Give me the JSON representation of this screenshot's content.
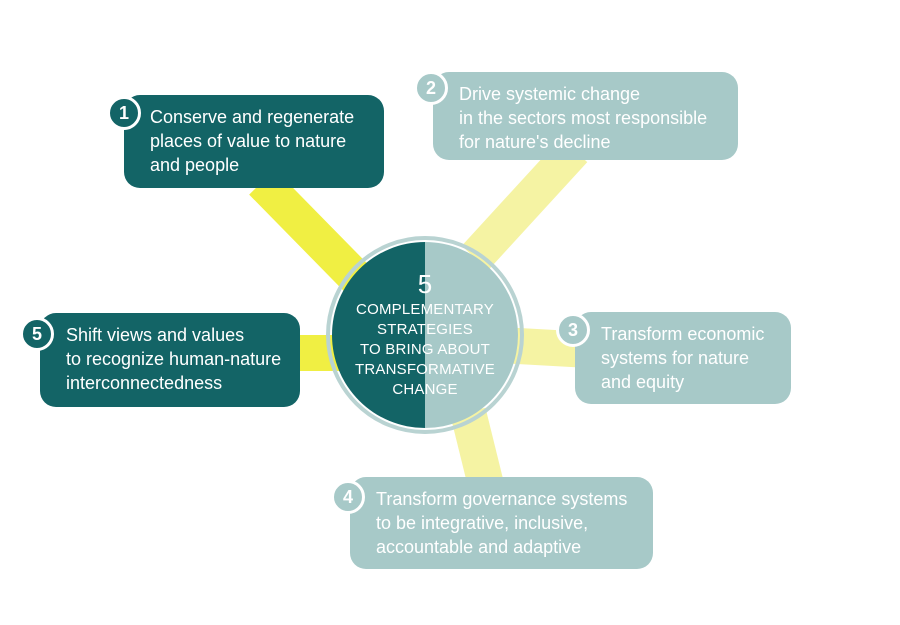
{
  "colors": {
    "dark_teal": "#136466",
    "light_teal": "#a7c9c8",
    "connector_yellow": "#f0ef43",
    "connector_pale": "#f5f3a3"
  },
  "center": {
    "number": "5",
    "lines": [
      "COMPLEMENTARY",
      "STRATEGIES",
      "TO BRING ABOUT",
      "TRANSFORMATIVE",
      "CHANGE"
    ]
  },
  "strategies": [
    {
      "number": "1",
      "lines": [
        "Conserve and regenerate",
        "places of value to nature",
        "and people"
      ]
    },
    {
      "number": "2",
      "lines": [
        "Drive systemic change",
        "in the sectors most responsible",
        "for nature's decline"
      ]
    },
    {
      "number": "3",
      "lines": [
        "Transform economic",
        "systems for nature",
        "and equity"
      ]
    },
    {
      "number": "4",
      "lines": [
        "Transform governance systems",
        "to be integrative, inclusive,",
        "accountable and adaptive"
      ]
    },
    {
      "number": "5",
      "lines": [
        "Shift views and values",
        "to recognize human-nature",
        "interconnectedness"
      ]
    }
  ]
}
